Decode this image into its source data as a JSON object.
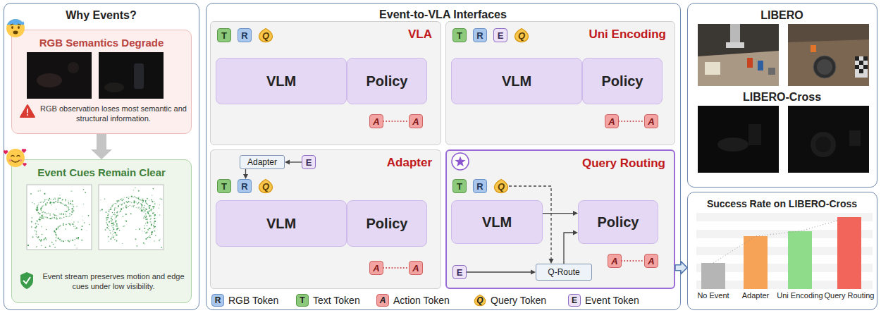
{
  "diagram": {
    "nodes": [
      {
        "text": [
          "Why Events?"
        ]
      },
      {
        "text": [
          "RGB Semantics Degrade",
          "RGB observation loses most semantic and structural information."
        ],
        "in": 0
      },
      {
        "text": [
          "Event Cues Remain Clear",
          "Event stream preserves motion and edge cues under low visibility."
        ],
        "in": 0
      },
      {
        "text": [
          "Event-to-VLA Interfaces"
        ]
      },
      {
        "text": [
          "VLA"
        ],
        "in": 3
      },
      {
        "text": [
          "T"
        ],
        "in": 4
      },
      {
        "text": [
          "R"
        ],
        "in": 4
      },
      {
        "text": [
          "Q"
        ],
        "in": 4
      },
      {
        "text": [
          "VLM"
        ],
        "in": 4
      },
      {
        "text": [
          "Policy"
        ],
        "in": 4
      },
      {
        "text": [
          "A"
        ],
        "in": 4
      },
      {
        "text": [
          "A"
        ],
        "in": 4
      },
      {
        "text": [
          "Uni Encoding"
        ],
        "in": 3
      },
      {
        "text": [
          "T"
        ],
        "in": 12
      },
      {
        "text": [
          "R"
        ],
        "in": 12
      },
      {
        "text": [
          "E"
        ],
        "in": 12
      },
      {
        "text": [
          "Q"
        ],
        "in": 12
      },
      {
        "text": [
          "VLM"
        ],
        "in": 12
      },
      {
        "text": [
          "Policy"
        ],
        "in": 12
      },
      {
        "text": [
          "A"
        ],
        "in": 12
      },
      {
        "text": [
          "A"
        ],
        "in": 12
      },
      {
        "text": [
          "Adapter"
        ],
        "in": 3
      },
      {
        "text": [
          "Adapter"
        ],
        "in": 21
      },
      {
        "text": [
          "E"
        ],
        "in": 21
      },
      {
        "text": [
          "T"
        ],
        "in": 21
      },
      {
        "text": [
          "R"
        ],
        "in": 21
      },
      {
        "text": [
          "Q"
        ],
        "in": 21
      },
      {
        "text": [
          "VLM"
        ],
        "in": 21
      },
      {
        "text": [
          "Policy"
        ],
        "in": 21
      },
      {
        "text": [
          "A"
        ],
        "in": 21
      },
      {
        "text": [
          "A"
        ],
        "in": 21
      },
      {
        "text": [
          "Query Routing"
        ],
        "in": 3
      },
      {
        "text": [
          "T"
        ],
        "in": 31
      },
      {
        "text": [
          "R"
        ],
        "in": 31
      },
      {
        "text": [
          "Q"
        ],
        "in": 31
      },
      {
        "text": [
          "VLM"
        ],
        "in": 31
      },
      {
        "text": [
          "Policy"
        ],
        "in": 31
      },
      {
        "text": [
          "E"
        ],
        "in": 31
      },
      {
        "text": [
          "Q-Route"
        ],
        "in": 31
      },
      {
        "text": [
          "A"
        ],
        "in": 31
      },
      {
        "text": [
          "A"
        ],
        "in": 31
      },
      {
        "text": [
          "LIBERO",
          "LIBERO-Cross"
        ]
      },
      {
        "text": [
          "Success Rate on LIBERO-Cross"
        ]
      }
    ],
    "edges": [
      {
        "from": 1,
        "to": 2,
        "arrow": "to"
      },
      {
        "from": 10,
        "to": 11,
        "arrow": "none"
      },
      {
        "from": 19,
        "to": 20,
        "arrow": "none"
      },
      {
        "from": 23,
        "to": 22,
        "arrow": "to"
      },
      {
        "from": 22,
        "to": 25,
        "arrow": "to"
      },
      {
        "from": 29,
        "to": 30,
        "arrow": "none"
      },
      {
        "from": 34,
        "to": 38,
        "arrow": "to"
      },
      {
        "from": 37,
        "to": 38,
        "arrow": "to"
      },
      {
        "from": 35,
        "to": 36,
        "arrow": "to"
      },
      {
        "from": 38,
        "to": 36,
        "arrow": "to"
      },
      {
        "from": 39,
        "to": 40,
        "arrow": "none"
      },
      {
        "from": 31,
        "to": 42,
        "arrow": "to"
      }
    ],
    "labels": [
      "R",
      "T",
      "A",
      "Q",
      "E",
      "No Event",
      "Adapter",
      "Uni Encoding",
      "Query Routing"
    ],
    "legend": [
      {
        "text": "RGB Token",
        "color": "#a9c7ec"
      },
      {
        "text": "Text Token",
        "color": "#8cc97a"
      },
      {
        "text": "Action Token",
        "color": "#f4a3a3"
      },
      {
        "text": "Query Token",
        "color": "#f7c64a"
      },
      {
        "text": "Event Token",
        "color": "#ede2f7"
      }
    ]
  }
}
